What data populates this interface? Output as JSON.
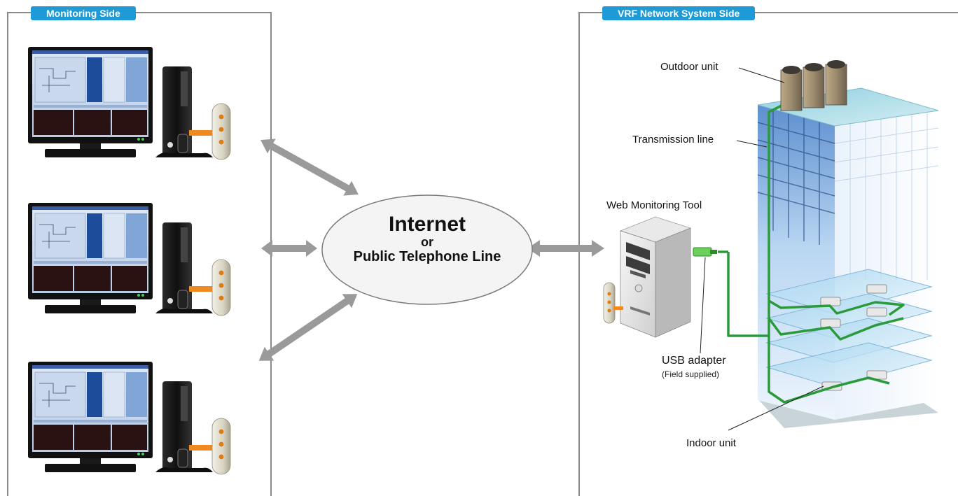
{
  "panels": {
    "left_title": "Monitoring Side",
    "right_title": "VRF Network System Side"
  },
  "network": {
    "line1": "Internet",
    "line2": "or",
    "line3": "Public Telephone Line"
  },
  "labels": {
    "outdoor_unit": "Outdoor unit",
    "transmission_line": "Transmission line",
    "web_monitoring_tool": "Web Monitoring Tool",
    "usb_adapter": "USB adapter",
    "field_supplied": "(Field supplied)",
    "indoor_unit": "Indoor unit"
  },
  "colors": {
    "panel_title_bg": "#1e9ad6",
    "arrow": "#9a9a9a",
    "transmission_line": "#2a9a3a",
    "usb_orange": "#f08a1e",
    "building_glass": "#7fb6e8"
  },
  "icons": {
    "monitoring_pc": "desktop-computer-icon",
    "modem": "modem-icon",
    "server": "server-tower-icon",
    "outdoor_unit": "outdoor-unit-icon",
    "indoor_unit": "indoor-unit-icon",
    "building": "building-icon"
  }
}
